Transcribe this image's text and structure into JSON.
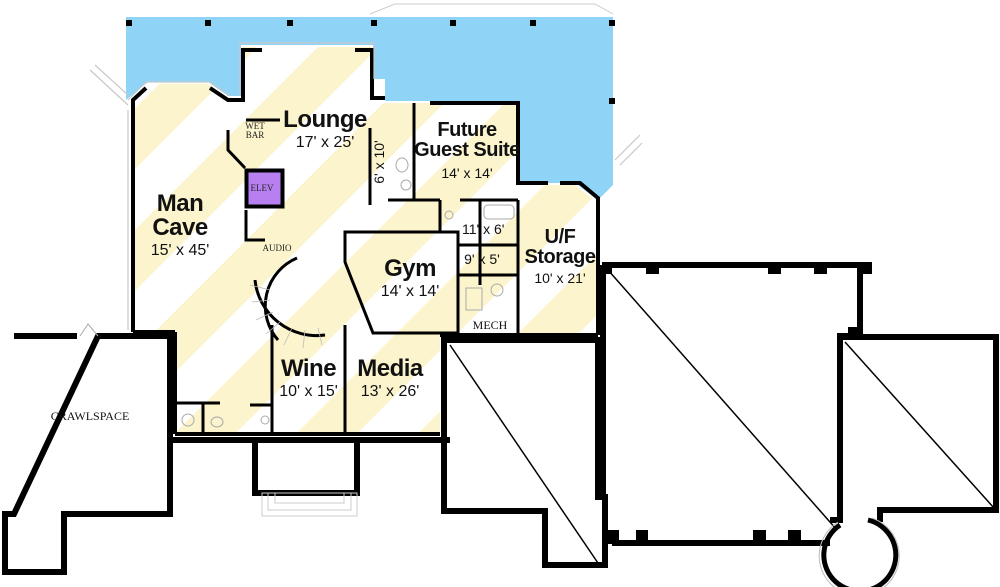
{
  "plan": {
    "type": "basement floor plan",
    "colors": {
      "patio": "#8fd3f7",
      "stripe_yellow": "#fbf4cc",
      "wall": "#000000",
      "elevator": "#b77ff0",
      "background": "#ffffff"
    },
    "rooms": [
      {
        "id": "man-cave",
        "name_line1": "Man",
        "name_line2": "Cave",
        "dims": "15' x 45'"
      },
      {
        "id": "lounge",
        "name": "Lounge",
        "dims": "17' x 25'"
      },
      {
        "id": "future-guest-suite",
        "name_line1": "Future",
        "name_line2": "Guest Suite",
        "dims": "14' x 14'"
      },
      {
        "id": "gym",
        "name": "Gym",
        "dims": "14' x 14'"
      },
      {
        "id": "uf-storage",
        "name_line1": "U/F",
        "name_line2": "Storage",
        "dims": "10' x 21'"
      },
      {
        "id": "wine",
        "name": "Wine",
        "dims": "10' x 15'"
      },
      {
        "id": "media",
        "name": "Media",
        "dims": "13' x 26'"
      },
      {
        "id": "bath-1",
        "dims": "6' x 10'"
      },
      {
        "id": "bath-2",
        "dims": "11' x 6'"
      },
      {
        "id": "closet",
        "dims": "9' x 5'"
      }
    ],
    "labels": {
      "wet_bar_line1": "WET",
      "wet_bar_line2": "BAR",
      "elevator": "ELEV",
      "audio": "AUDIO",
      "mech": "MECH",
      "crawlspace": "CRAWLSPACE"
    }
  }
}
